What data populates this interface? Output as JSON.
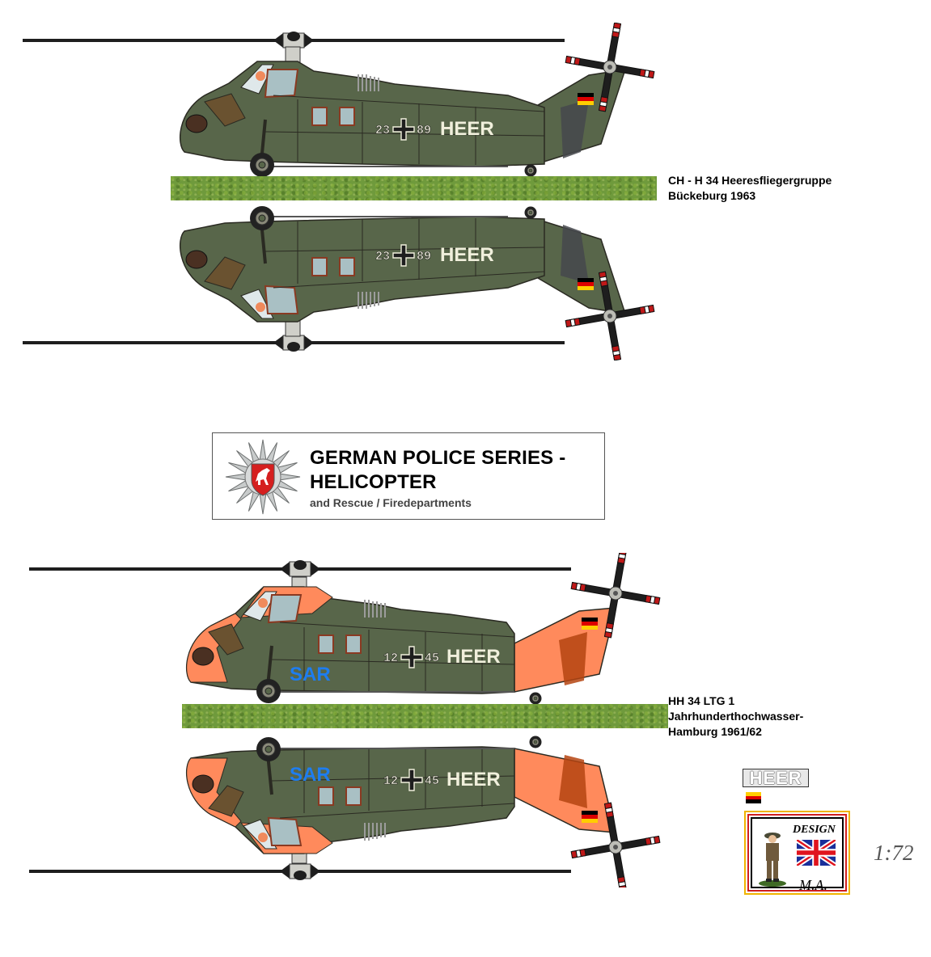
{
  "colors": {
    "olive": "#58664a",
    "olive_dark": "#3c4630",
    "outline": "#2a2a22",
    "rescue_orange": "#ff8a5c",
    "rescue_orange_dark": "#b54410",
    "tail_shadow_grey": "#45484c",
    "glass": "#a9c0c4",
    "window_frame": "#8a3a22",
    "rotor_black": "#1e1e1e",
    "rotor_tip_red": "#c01818",
    "marking_white": "#f0efdc",
    "sar_blue": "#1e7df0",
    "grass": "#6f9a3c",
    "german_flag": [
      "#000000",
      "#dd0000",
      "#ffce00"
    ]
  },
  "section1": {
    "caption": "CH - H 34 Heeresfliegergruppe\nBückeburg 1963",
    "helicopters": [
      {
        "view": "left-side",
        "scheme": "olive",
        "service_text": "HEER",
        "serial_left": "23",
        "serial_right": "89",
        "mirrored": false
      },
      {
        "view": "right-side-flipped",
        "scheme": "olive",
        "service_text": "HEER",
        "serial_left": "23",
        "serial_right": "89",
        "mirrored": true
      }
    ]
  },
  "title_box": {
    "line1": "GERMAN POLICE SERIES -",
    "line2": "HELICOPTER",
    "subtitle": "and Rescue / Firedepartments",
    "emblem": "police-star-lower-saxony-horse"
  },
  "section2": {
    "caption": "HH 34 LTG 1\nJahrhunderthochwasser-\nHamburg 1961/62",
    "helicopters": [
      {
        "view": "left-side",
        "scheme": "olive-orange",
        "service_text": "HEER",
        "role_text": "SAR",
        "serial_left": "12",
        "serial_right": "45",
        "mirrored": false
      },
      {
        "view": "right-side-flipped",
        "scheme": "olive-orange",
        "service_text": "HEER",
        "role_text": "SAR",
        "serial_left": "12",
        "serial_right": "45",
        "mirrored": true
      }
    ]
  },
  "legend": {
    "heer_badge": "HEER",
    "flag": "german-flag"
  },
  "signature": {
    "word": "DESIGN",
    "initials": "M.A.",
    "flag": "union-jack",
    "figure": "soldier"
  },
  "scale": "1:72"
}
